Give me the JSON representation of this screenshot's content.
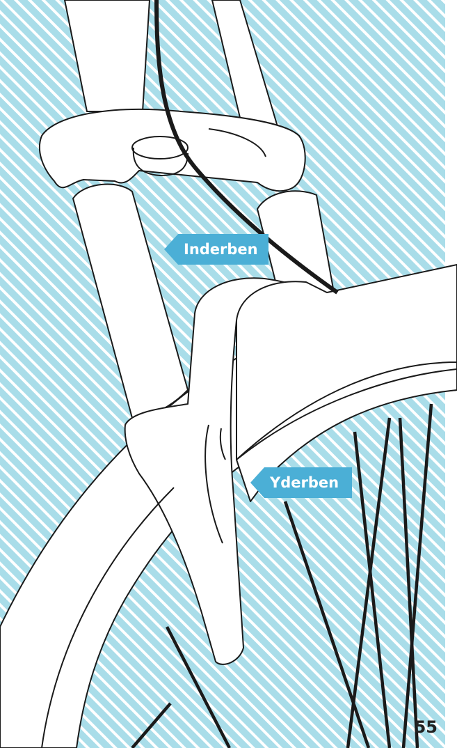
{
  "colors": {
    "stripe_background": "#a9dde9",
    "stripe_line": "#ffffff",
    "callout": "#4bafd6",
    "outline": "#1a1a1a",
    "fill": "#ffffff"
  },
  "labels": {
    "inner_leg": "Inderben",
    "outer_leg": "Yderben"
  },
  "page": {
    "number": "55"
  },
  "icons": [
    "callout-arrow-left-icon",
    "callout-arrow-left-icon"
  ]
}
